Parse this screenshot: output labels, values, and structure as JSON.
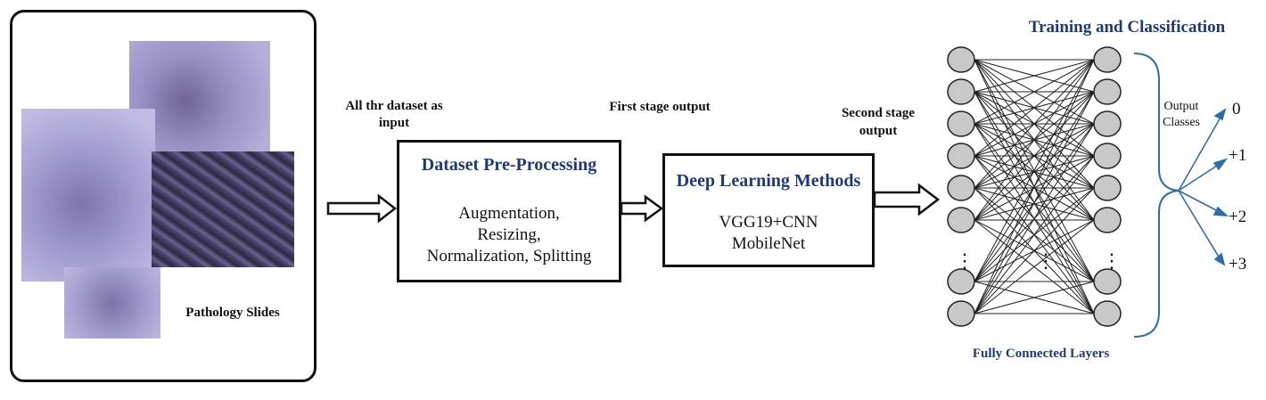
{
  "input_panel": {
    "label": "Pathology Slides"
  },
  "arrow_labels": {
    "input_line1": "All thr dataset as",
    "input_line2": "input",
    "first_stage": "First stage output",
    "second_stage_line1": "Second stage",
    "second_stage_line2": "output"
  },
  "preprocessing": {
    "title": "Dataset Pre-Processing",
    "line1": "Augmentation,",
    "line2": "Resizing,",
    "line3": "Normalization, Splitting"
  },
  "deep_learning": {
    "title": "Deep Learning Methods",
    "line1": "VGG19+CNN",
    "line2": "MobileNet"
  },
  "training": {
    "title": "Training and Classification",
    "layers_label": "Fully Connected Layers",
    "ellipsis": "⋮",
    "output_label_line1": "Output",
    "output_label_line2": "Classes",
    "classes": [
      "0",
      "+1",
      "+2",
      "+3"
    ]
  },
  "colors": {
    "title_blue": "#1f3a6e",
    "arrow_blue": "#2f6fa3",
    "node_fill": "#c8c8c8",
    "slide_light": "#9b95c9",
    "slide_dark": "#3a3350"
  }
}
